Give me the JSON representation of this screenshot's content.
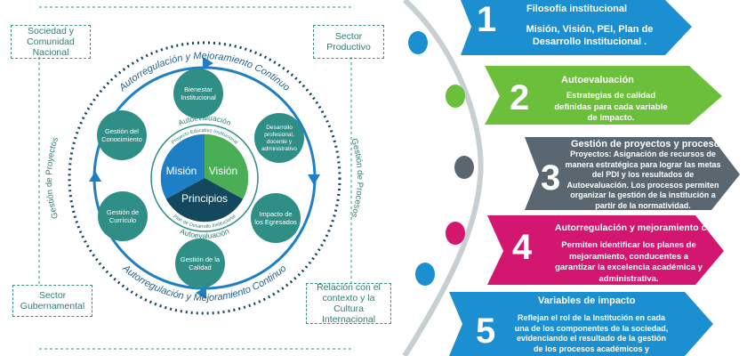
{
  "corners": {
    "top_left": "Sociedad y Comunidad Nacional",
    "top_right": "Sector Productivo",
    "bottom_left": "Sector Gubernamental",
    "bottom_right": "Relación con el contexto y la Cultura Internacional"
  },
  "ring_labels": {
    "top": "Autorregulación y Mejoramiento Continuo",
    "bottom": "Autorregulación y Mejoramiento Continuo",
    "left": "Gestión de Proyectos",
    "right": "Gestión de Procesos",
    "inner_top": "Autoevaluación",
    "inner_bottom": "Autoevaluación",
    "pei_top": "Proyecto Educativo Institucional",
    "pei_bottom": "Plan de Desarrollo Institucional"
  },
  "core": {
    "mision": "Misión",
    "vision": "Visión",
    "principios": "Principios"
  },
  "satellites": [
    "Bienestar Institucional",
    "Desarrollo profesional, docente y administrativo",
    "Impacto de los Egresados",
    "Gestión de la Calidad",
    "Gestión de Currículo",
    "Gestión del Conocimiento"
  ],
  "steps": [
    {
      "number": "1",
      "title": "Filosofía institucional",
      "body": "Misión, Visión, PEI, Plan de Desarrollo Institucional ."
    },
    {
      "number": "2",
      "title": "Autoevaluación",
      "body": "Estrategias de calidad definidas para cada variable de impacto."
    },
    {
      "number": "3",
      "title": "Gestión de proyectos y procesos",
      "body": "Proyectos: Asignación de recursos de manera estratégica para lograr las metas del PDI y los resultados de Autoevaluación. Los procesos permiten organizar la gestión de la institución a partir de la normatividad."
    },
    {
      "number": "4",
      "title": "Autorregulación y mejoramiento continuo",
      "body": "Permiten identificar los planes de mejoramiento, conducentes a garantizar la excelencia académica y administrativa."
    },
    {
      "number": "5",
      "title": "Variables de impacto",
      "body": "Reflejan el rol de la Institución en cada una de los componentes de la sociedad, evidenciando el resultado de la gestión de los procesos académicos y"
    }
  ],
  "colors": {
    "teal": "#2f8f86",
    "blue": "#1f7fc4",
    "green": "#5cb545",
    "dark": "#14485e",
    "step1": "#1c8fd0",
    "step2": "#6bbf3a",
    "step3": "#5a6770",
    "step4": "#d3166f",
    "step5": "#1c8fd0"
  }
}
